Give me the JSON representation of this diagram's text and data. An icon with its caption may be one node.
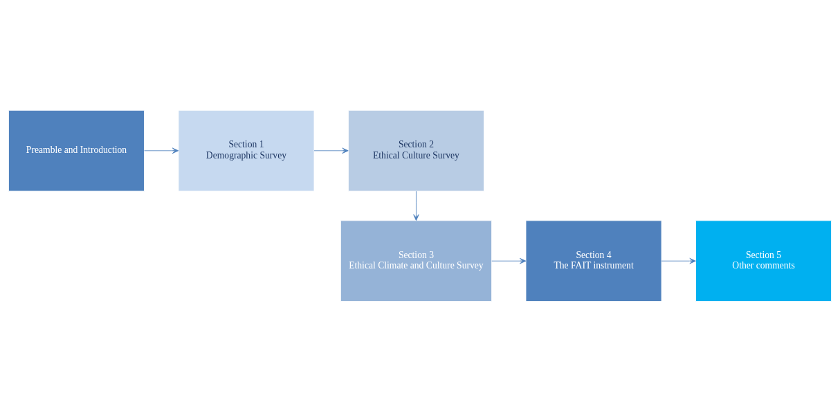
{
  "diagram": {
    "nodes": [
      {
        "text": [
          "Preamble and Introduction"
        ]
      },
      {
        "text": [
          "Section 1",
          "Demographic Survey"
        ]
      },
      {
        "text": [
          "Section 2",
          "Ethical Culture Survey"
        ]
      },
      {
        "text": [
          "Section 3",
          "Ethical Climate and Culture Survey"
        ]
      },
      {
        "text": [
          "Section 4",
          "The FAIT instrument"
        ]
      },
      {
        "text": [
          "Section 5",
          "Other comments"
        ]
      }
    ],
    "edges": [
      {
        "from": 0,
        "to": 1,
        "arrow": "to"
      },
      {
        "from": 1,
        "to": 2,
        "arrow": "to"
      },
      {
        "from": 2,
        "to": 3,
        "arrow": "to"
      },
      {
        "from": 3,
        "to": 4,
        "arrow": "to"
      },
      {
        "from": 4,
        "to": 5,
        "arrow": "to"
      }
    ]
  }
}
